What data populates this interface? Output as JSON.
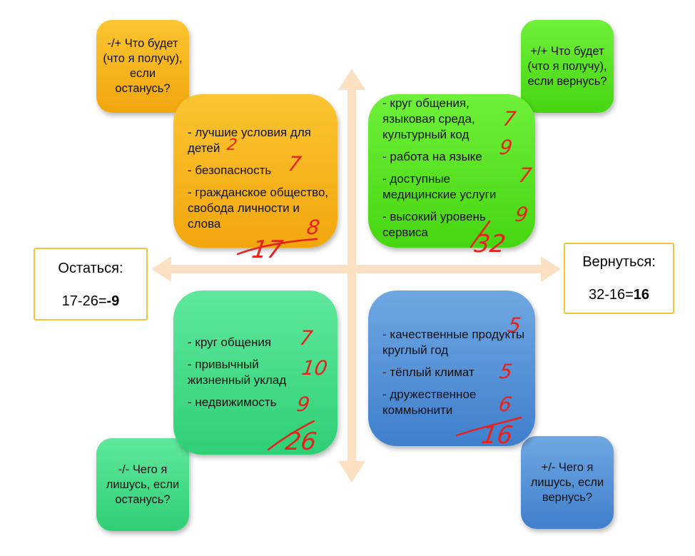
{
  "axes": {
    "left_label": "Остаться:",
    "left_formula_prefix": "17-26=",
    "left_result": "-9",
    "right_label": "Вернуться:",
    "right_formula_prefix": "32-16=",
    "right_result": "16"
  },
  "corners": {
    "top_left": "-/+ Что будет (что я получу), если останусь?",
    "top_right": "+/+ Что будет (что я получу), если вернусь?",
    "bottom_left": "-/- Чего я лишусь, если останусь?",
    "bottom_right": "+/- Чего я лишусь, если вернусь?"
  },
  "quadrants": {
    "stay_gain": {
      "items": [
        {
          "text": "- лучшие условия для детей",
          "score": "2"
        },
        {
          "text": "- безопасность",
          "score": "7"
        },
        {
          "text": "- гражданское общество, свобода личности и слова",
          "score": "8"
        }
      ],
      "total": "17"
    },
    "return_gain": {
      "items": [
        {
          "text": "- круг общения, языковая среда, культурный код",
          "score": "7"
        },
        {
          "text": "- работа на языке",
          "score": "9"
        },
        {
          "text": "- доступные медицинские услуги",
          "score": "7"
        },
        {
          "text": "- высокий уровень сервиса",
          "score": "9"
        }
      ],
      "total": "32"
    },
    "stay_loss": {
      "items": [
        {
          "text": "- круг общения",
          "score": "7"
        },
        {
          "text": "- привычный жизненный уклад",
          "score": "10"
        },
        {
          "text": "- недвижимость",
          "score": "9"
        }
      ],
      "total": "26"
    },
    "return_loss": {
      "items": [
        {
          "text": "- качественные продукты круглый год",
          "score": "5"
        },
        {
          "text": "- тёплый климат",
          "score": "5"
        },
        {
          "text": "- дружественное коммьюнити",
          "score": "6"
        }
      ],
      "total": "16"
    }
  },
  "colors": {
    "arrow": "#fbe0c2",
    "handwriting": "#e5231c",
    "orange": "#f5b01d",
    "green": "#55e021",
    "teal": "#3ddc86",
    "blue": "#4d8cd6",
    "note_border": "#f2c43a"
  }
}
